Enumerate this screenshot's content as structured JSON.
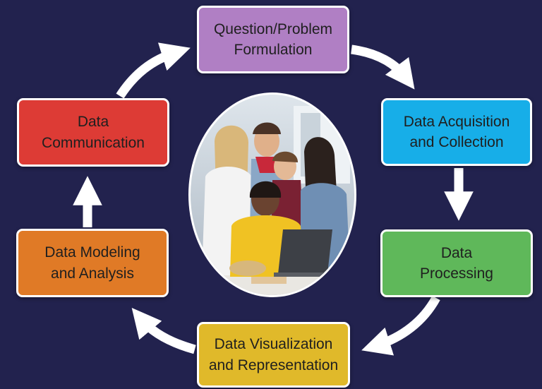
{
  "diagram": {
    "background_color": "#22224e",
    "steps": [
      {
        "id": "question",
        "label": "Question/Problem\nFormulation",
        "color": "#b07fc4"
      },
      {
        "id": "acquisition",
        "label": "Data Acquisition\nand Collection",
        "color": "#17aee8"
      },
      {
        "id": "processing",
        "label": "Data\nProcessing",
        "color": "#5fb85a"
      },
      {
        "id": "visualization",
        "label": "Data Visualization\nand Representation",
        "color": "#e0b92a"
      },
      {
        "id": "modeling",
        "label": "Data Modeling\nand Analysis",
        "color": "#e07a26"
      },
      {
        "id": "communication",
        "label": "Data\nCommunication",
        "color": "#dd3b35"
      }
    ],
    "center_image": {
      "icon": "students-with-laptop-photo"
    },
    "arrow_color": "#ffffff"
  }
}
